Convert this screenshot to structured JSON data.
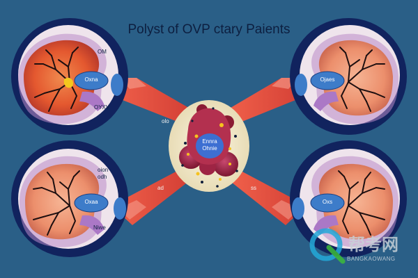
{
  "title": "Polyst of OVP ctary Paients",
  "center_label": [
    "Ennra",
    "Ohnie"
  ],
  "top_left": {
    "label_top": "OM",
    "pill": "Oxna",
    "label_bottom": "OYXV"
  },
  "bottom_left": {
    "label_top_line1": "oion",
    "label_top_line2": "odh",
    "pill": "Oxaa",
    "label_bottom": "Niwe"
  },
  "top_right": {
    "pill": "Ojaes"
  },
  "bottom_right": {
    "pill": "Oxs"
  },
  "connector_labels": {
    "upper_left": "olo",
    "lower_left": "ad",
    "lower_right": "ss"
  },
  "watermark": {
    "main": "帮考网",
    "sub": "BANGKAOWANG"
  },
  "colors": {
    "background": "#2a5f87",
    "kidney_outer": "#11235e",
    "pill": "#3d7cc9",
    "connector": "#e04a3a",
    "center": "#f4ecd2"
  }
}
